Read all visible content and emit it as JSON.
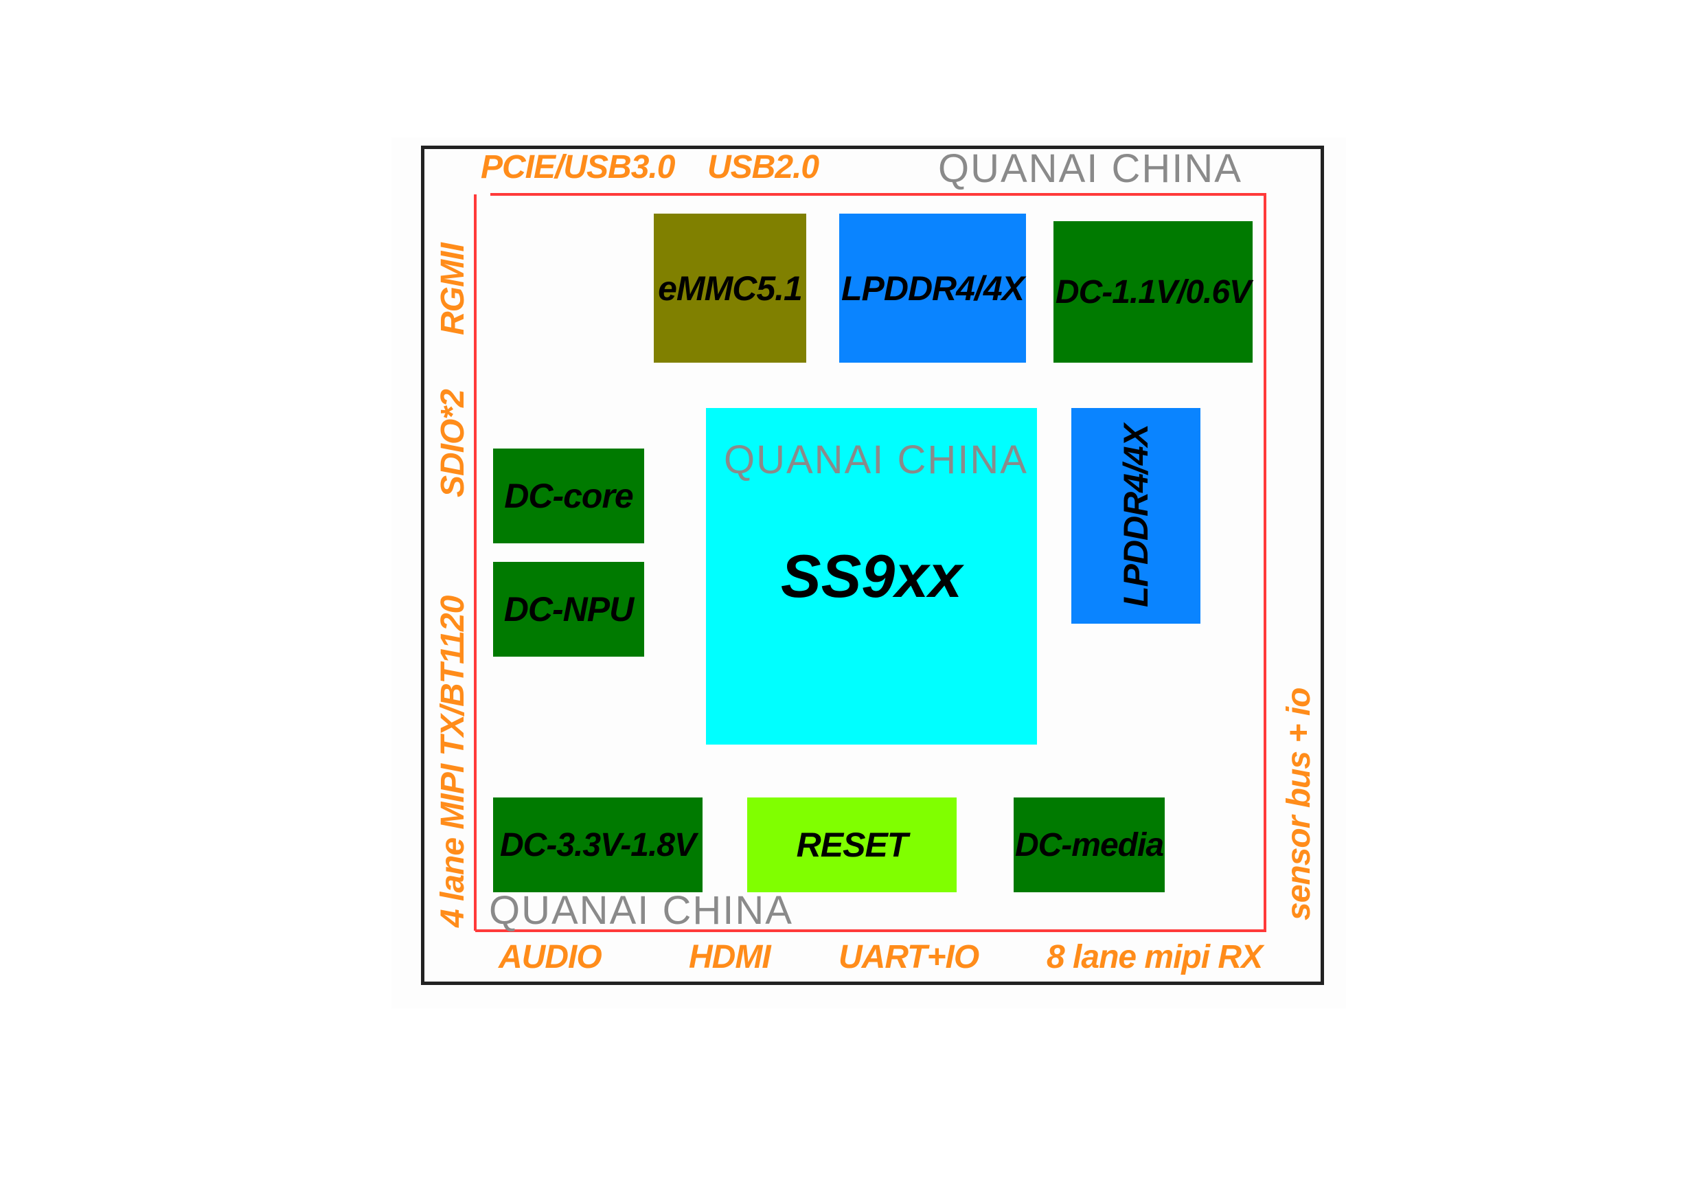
{
  "colors": {
    "frame": "#222222",
    "bus_line": "#ff3a3a",
    "io_label": "#ff8c1a",
    "soc": "#00ffff",
    "memory": "#0a84ff",
    "power": "#007a00",
    "storage": "#808000",
    "reset": "#80ff00",
    "watermark": "#8a8a8a"
  },
  "top_labels": [
    "PCIE/USB3.0",
    "USB2.0"
  ],
  "bottom_labels": [
    "AUDIO",
    "HDMI",
    "UART+IO",
    "8 lane mipi RX"
  ],
  "left_labels": [
    "RGMII",
    "SDIO*2",
    "4 lane MIPI TX/BT1120"
  ],
  "right_labels": [
    "sensor bus + io"
  ],
  "blocks": {
    "soc": "SS9xx",
    "emmc": "eMMC5.1",
    "lpddr_top": "LPDDR4/4X",
    "lpddr_right": "LPDDR4/4X",
    "dc_1v1": "DC-1.1V/0.6V",
    "dc_core": "DC-core",
    "dc_npu": "DC-NPU",
    "dc_3v3": "DC-3.3V-1.8V",
    "reset": "RESET",
    "dc_media": "DC-media"
  },
  "watermarks": [
    "QUANAI CHINA",
    "QUANAI CHINA",
    "QUANAI CHINA"
  ]
}
